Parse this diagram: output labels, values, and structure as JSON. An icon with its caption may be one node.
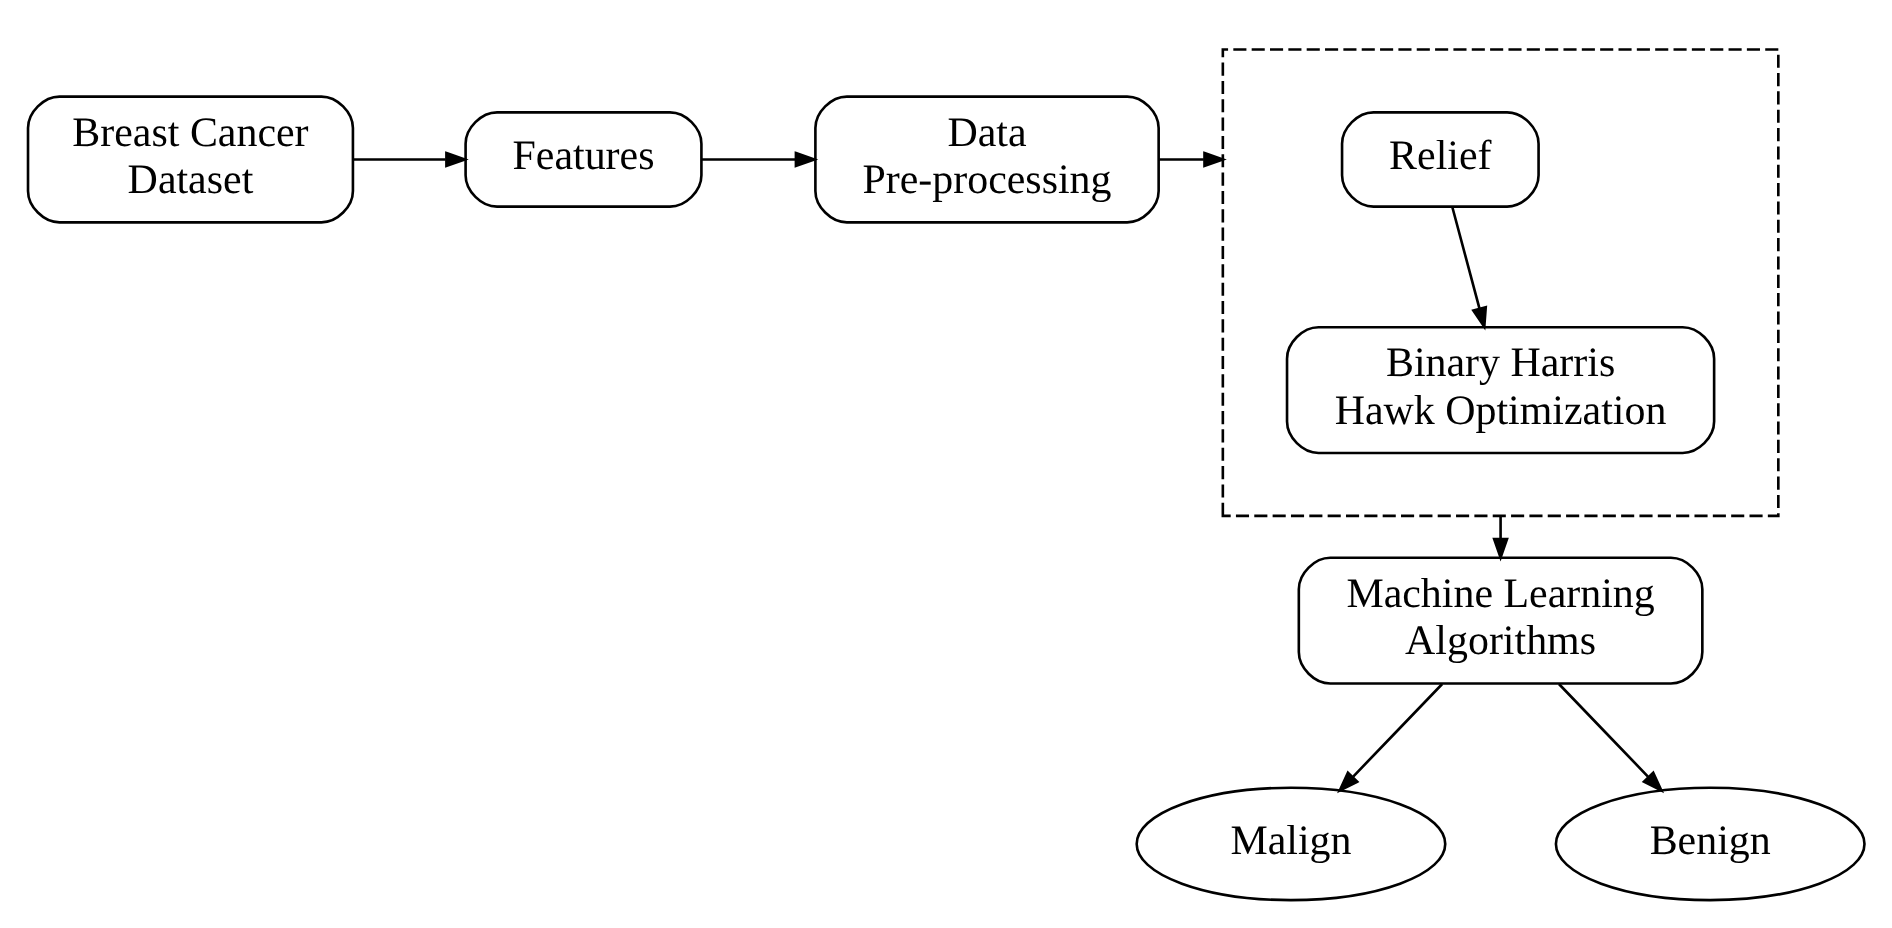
{
  "diagram": {
    "nodes": [
      {
        "text": [
          "Breast Cancer Dataset"
        ]
      },
      {
        "text": [
          "Features"
        ]
      },
      {
        "text": [
          "Data Pre-processing"
        ]
      },
      {
        "text": [],
        "shape": "box"
      },
      {
        "text": [
          "Relief"
        ],
        "in": 3
      },
      {
        "text": [
          "Binary Harris Hawk Optimization"
        ],
        "in": 3
      },
      {
        "text": [
          "Machine Learning Algorithms"
        ]
      },
      {
        "text": [
          "Malign"
        ]
      },
      {
        "text": [
          "Benign"
        ]
      }
    ],
    "edges": [
      {
        "from": 0,
        "to": 1,
        "arrow": "to"
      },
      {
        "from": 1,
        "to": 2,
        "arrow": "to"
      },
      {
        "from": 2,
        "to": 3,
        "arrow": "to"
      },
      {
        "from": 4,
        "to": 5,
        "arrow": "to"
      },
      {
        "from": 3,
        "to": 6,
        "arrow": "to"
      },
      {
        "from": 6,
        "to": 7,
        "arrow": "to"
      },
      {
        "from": 6,
        "to": 8,
        "arrow": "to"
      }
    ]
  }
}
